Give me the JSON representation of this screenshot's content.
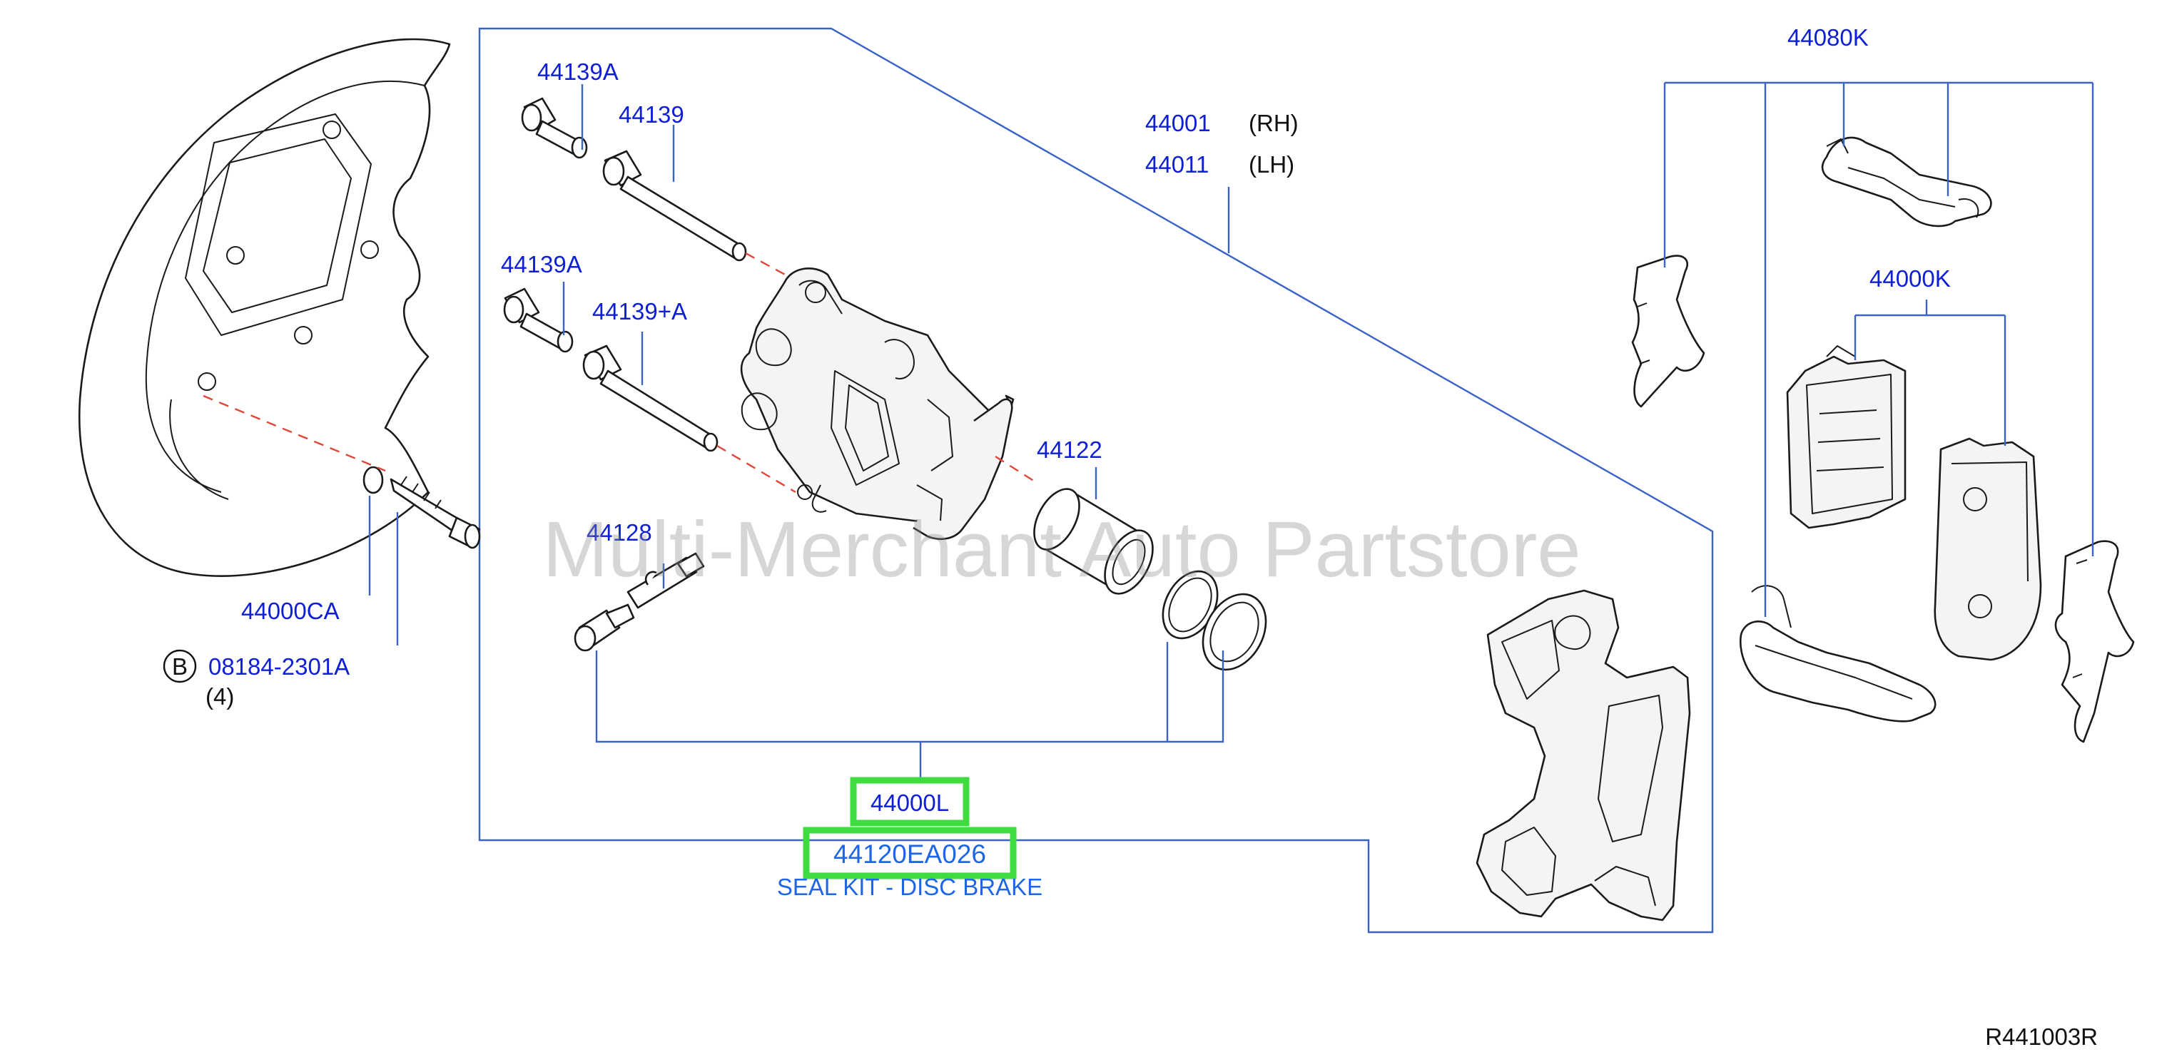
{
  "callouts": {
    "bolt_44139A_top": "44139A",
    "pin_44139": "44139",
    "bolt_44139A_mid": "44139A",
    "pin_44139_plus_A": "44139+A",
    "bleeder_44128": "44128",
    "piston_44122": "44122",
    "caliper_rh_number": "44001",
    "caliper_rh_side": "(RH)",
    "caliper_lh_number": "44011",
    "caliper_lh_side": "(LH)",
    "clip_kit_44080K": "44080K",
    "pad_kit_44000K": "44000K",
    "plate_44000CA": "44000CA",
    "bolt_badge": "B",
    "bolt_08184": "08184-2301A",
    "bolt_qty": "(4)",
    "seal_kit_44000L": "44000L",
    "seal_kit_part_number": "44120EA026",
    "seal_kit_name": "SEAL KIT - DISC BRAKE",
    "diagram_ref": "R441003R"
  },
  "watermark": "Multi-Merchant Auto Partstore",
  "colors": {
    "callout_text": "#0f1fd6",
    "seal_kit_text": "#1e66e6",
    "leader_lines": "#3b63c7",
    "highlight_box": "#3fdc3f",
    "alignment_dashes": "#e0463a"
  }
}
